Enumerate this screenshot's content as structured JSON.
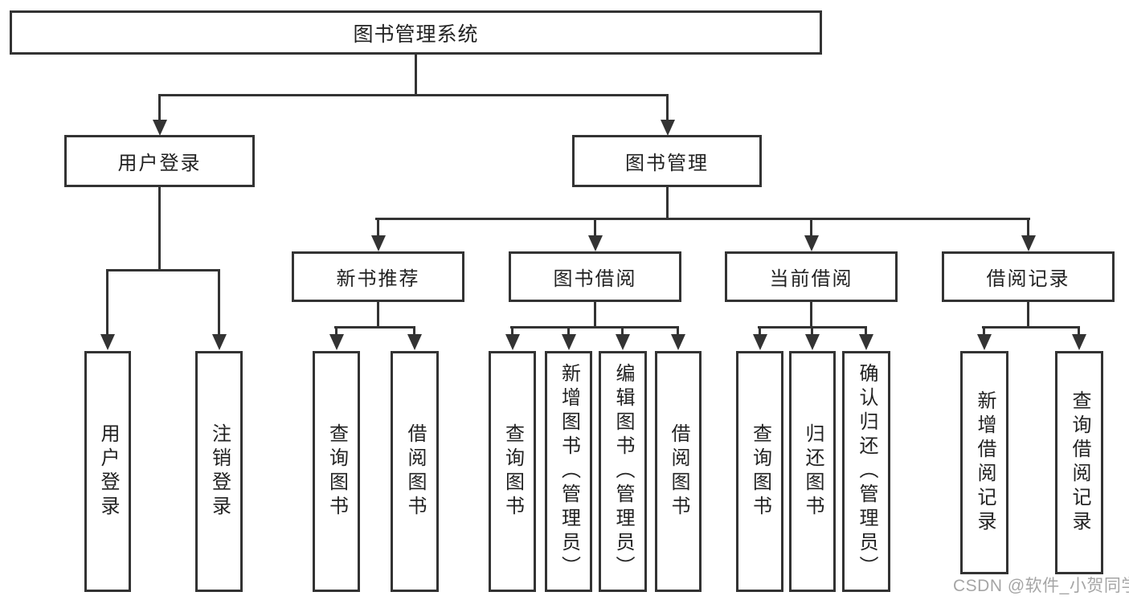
{
  "nodes": {
    "root": "图书管理系统",
    "user_login": "用户登录",
    "book_management": "图书管理",
    "new_book_recommend": "新书推荐",
    "book_borrowing": "图书借阅",
    "current_borrowing": "当前借阅",
    "borrowing_records": "借阅记录",
    "ul_user_login": "用户登录",
    "ul_logout": "注销登录",
    "nb_query_books": "查询图书",
    "nb_borrow_books": "借阅图书",
    "bb_query_books": "查询图书",
    "bb_add_books_admin": "新增图书（管理员）",
    "bb_edit_books_admin": "编辑图书（管理员）",
    "bb_borrow_books": "借阅图书",
    "cb_query_books": "查询图书",
    "cb_return_books": "归还图书",
    "cb_confirm_return_admin": "确认归还（管理员）",
    "br_add_record": "新增借阅记录",
    "br_query_record": "查询借阅记录"
  },
  "watermark": "CSDN @软件_小贺同学",
  "colors": {
    "line": "#333333",
    "text": "#222222",
    "background": "#ffffff",
    "watermark": "#919191"
  }
}
